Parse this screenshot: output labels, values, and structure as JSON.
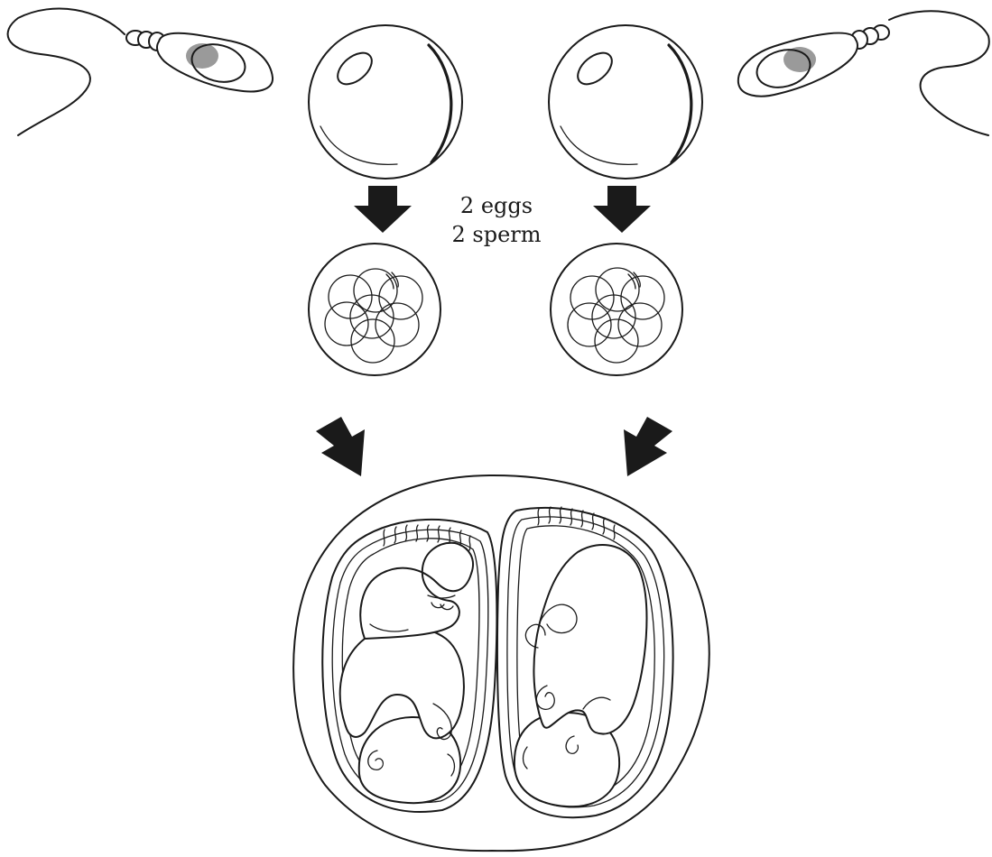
{
  "caption": {
    "line1": "2 eggs",
    "line2": "2 sperm"
  },
  "colors": {
    "ink": "#1a1a1a",
    "nucleus": "#9a9a9a",
    "background": "#ffffff"
  },
  "elements": {
    "sperm_count": 2,
    "egg_count": 2,
    "embryo_count": 2,
    "fetus_count": 2
  }
}
